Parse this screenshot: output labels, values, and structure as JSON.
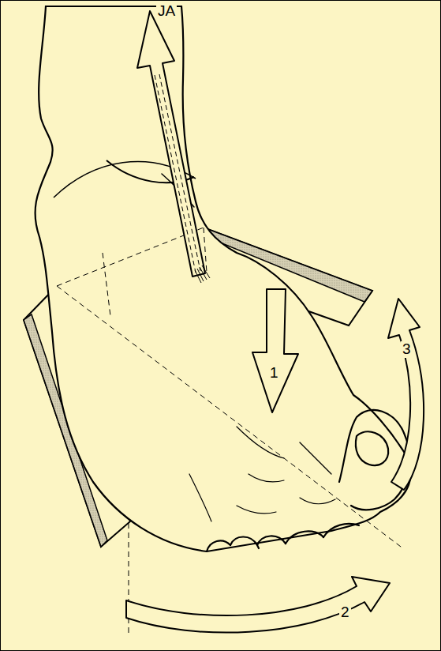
{
  "diagram": {
    "labels": [
      "JA",
      "1",
      "2",
      "3"
    ]
  }
}
